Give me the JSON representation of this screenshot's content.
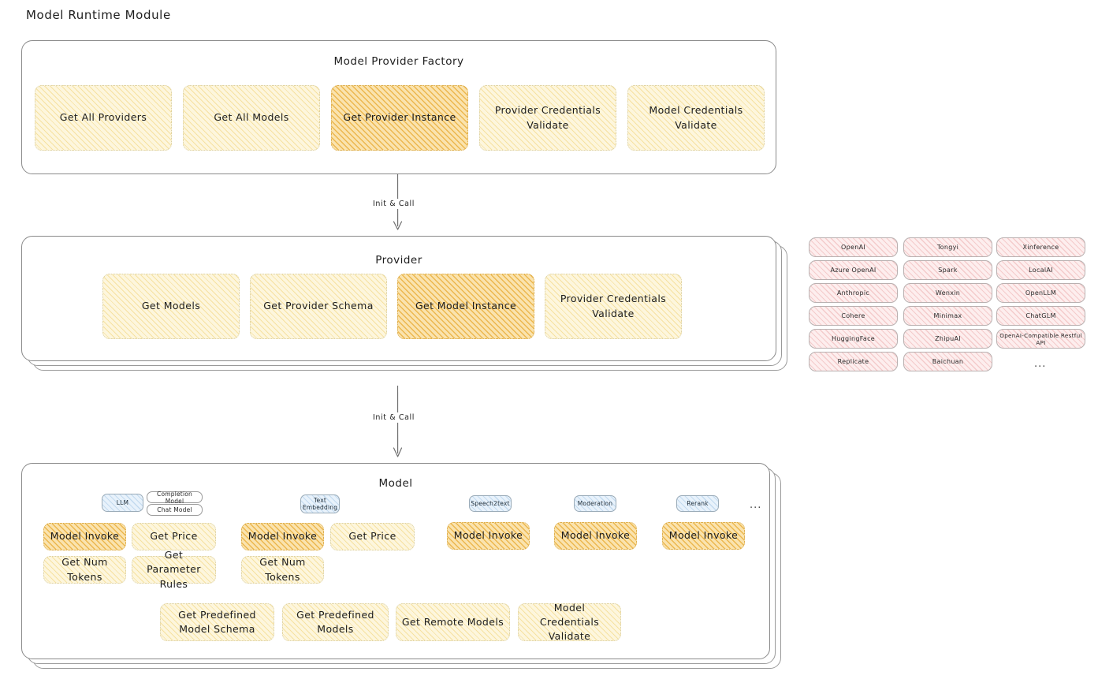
{
  "page": {
    "title": "Model Runtime Module"
  },
  "factory": {
    "title": "Model Provider Factory",
    "nodes": [
      {
        "label": "Get All Providers",
        "highlighted": false
      },
      {
        "label": "Get All Models",
        "highlighted": false
      },
      {
        "label": "Get Provider Instance",
        "highlighted": true
      },
      {
        "label": "Provider Credentials Validate",
        "highlighted": false
      },
      {
        "label": "Model Credentials Validate",
        "highlighted": false
      }
    ]
  },
  "arrows": [
    {
      "label": "Init & Call"
    },
    {
      "label": "Init & Call"
    }
  ],
  "provider": {
    "title": "Provider",
    "nodes": [
      {
        "label": "Get Models",
        "highlighted": false
      },
      {
        "label": "Get Provider Schema",
        "highlighted": false
      },
      {
        "label": "Get Model Instance",
        "highlighted": true
      },
      {
        "label": "Provider Credentials Validate",
        "highlighted": false
      }
    ]
  },
  "provider_list": {
    "columns": [
      [
        "OpenAI",
        "Azure OpenAI",
        "Anthropic",
        "Cohere",
        "HuggingFace",
        "Replicate"
      ],
      [
        "Tongyi",
        "Spark",
        "Wenxin",
        "Minimax",
        "ZhipuAI",
        "Baichuan"
      ],
      [
        "Xinference",
        "LocalAI",
        "OpenLLM",
        "ChatGLM",
        "OpenAI-Compatible Restful API"
      ]
    ],
    "more": "..."
  },
  "model": {
    "title": "Model",
    "more": "...",
    "types": [
      {
        "name": "LLM",
        "sub_badges": [
          "Completion Model",
          "Chat Model"
        ],
        "methods": [
          {
            "label": "Model Invoke",
            "highlighted": true
          },
          {
            "label": "Get Price",
            "highlighted": false
          },
          {
            "label": "Get Num Tokens",
            "highlighted": false
          },
          {
            "label": "Get Parameter Rules",
            "highlighted": false
          }
        ]
      },
      {
        "name": "Text Embedding",
        "sub_badges": [],
        "methods": [
          {
            "label": "Model Invoke",
            "highlighted": true
          },
          {
            "label": "Get Price",
            "highlighted": false
          },
          {
            "label": "Get Num Tokens",
            "highlighted": false
          }
        ]
      },
      {
        "name": "Speech2text",
        "sub_badges": [],
        "methods": [
          {
            "label": "Model Invoke",
            "highlighted": true
          }
        ]
      },
      {
        "name": "Moderation",
        "sub_badges": [],
        "methods": [
          {
            "label": "Model Invoke",
            "highlighted": true
          }
        ]
      },
      {
        "name": "Rerank",
        "sub_badges": [],
        "methods": [
          {
            "label": "Model Invoke",
            "highlighted": true
          }
        ]
      }
    ],
    "common_methods": [
      "Get Predefined Model Schema",
      "Get Predefined Models",
      "Get Remote Models",
      "Model Credentials Validate"
    ]
  },
  "colors": {
    "highlight_fill": "#fae3ae",
    "node_fill": "#fdf6dd",
    "provider_chip_fill": "#fdeeee",
    "badge_blue_fill": "#e8f2fb",
    "container_border": "#8a8a8a"
  }
}
